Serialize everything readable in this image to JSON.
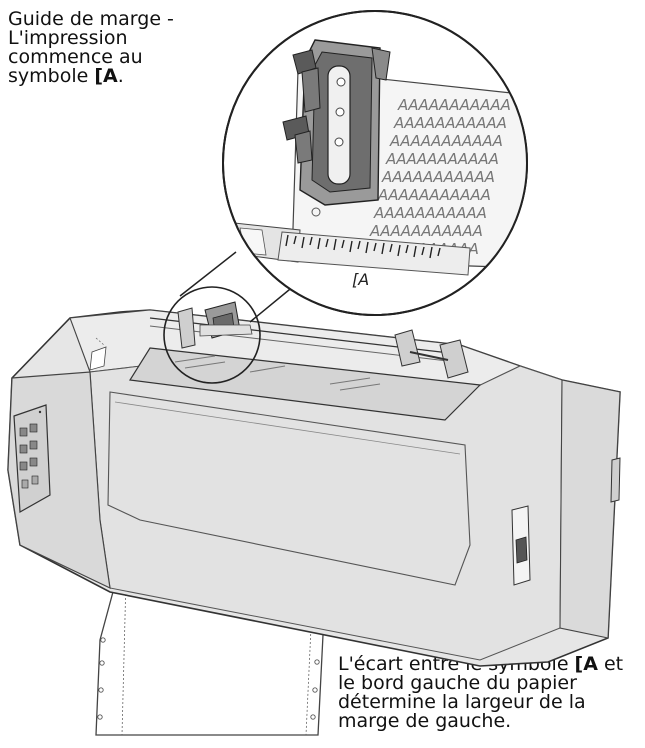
{
  "captions": {
    "top": {
      "line1": "Guide de marge -",
      "line2": "L'impression",
      "line3": "commence au",
      "line4_prefix": "symbole ",
      "line4_symbol": "[A",
      "line4_suffix": "."
    },
    "bottom": {
      "line1_prefix": "L'écart entre le symbole ",
      "line1_symbol": "[A",
      "line1_suffix": " et",
      "line2": "le bord gauche du papier",
      "line3": "détermine la largeur de la",
      "line4": "marge de gauche."
    }
  },
  "magnified_view": {
    "sample_text": "AAAAAAAAAAA",
    "scale_symbol": "[A",
    "scale_mark": "1"
  }
}
